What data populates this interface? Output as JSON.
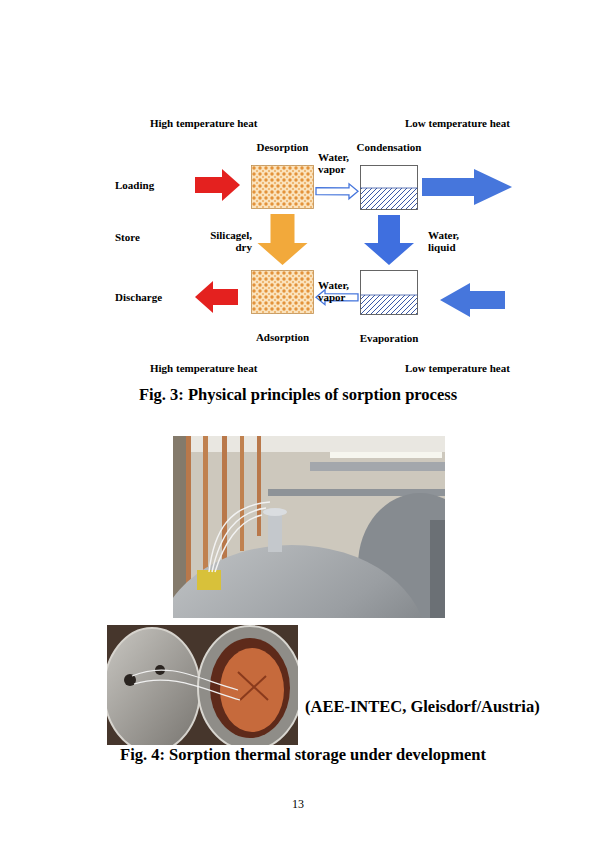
{
  "diagram": {
    "caption": "Fig. 3: Physical principles of sorption process",
    "nodes": [
      {
        "text": [
          "Desorption"
        ]
      },
      {
        "text": [
          "Condensation"
        ]
      },
      {
        "text": [
          "Adsorption"
        ]
      },
      {
        "text": [
          "Evaporation"
        ]
      }
    ],
    "edges": [
      {
        "from": 0,
        "to": 1,
        "arrow": "to",
        "label": "Water, vapor"
      },
      {
        "from": 0,
        "to": 2,
        "arrow": "to",
        "label": "Silicagel, dry"
      },
      {
        "from": 1,
        "to": 3,
        "arrow": "to",
        "label": "Water, liquid"
      },
      {
        "from": 3,
        "to": 2,
        "arrow": "to",
        "label": "Water, vapor"
      }
    ],
    "labels": [
      "High temperature heat",
      "Low temperature heat",
      "Loading",
      "Store",
      "Discharge",
      "High temperature heat",
      "Low temperature heat",
      "(AEE-INTEC, Gleisdorf/Austria)",
      "Fig. 4: Sorption thermal storage under development",
      "13"
    ]
  }
}
